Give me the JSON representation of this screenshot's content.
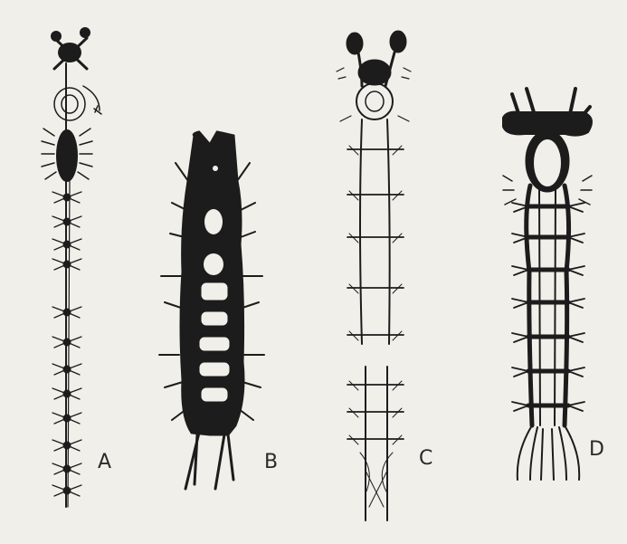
{
  "figure": {
    "panels": [
      {
        "id": "a",
        "label": "A"
      },
      {
        "id": "b",
        "label": "B"
      },
      {
        "id": "c",
        "label": "C"
      },
      {
        "id": "d",
        "label": "D"
      }
    ],
    "colors": {
      "paper": "#f1efe9",
      "ink": "#1c1c1c"
    }
  }
}
